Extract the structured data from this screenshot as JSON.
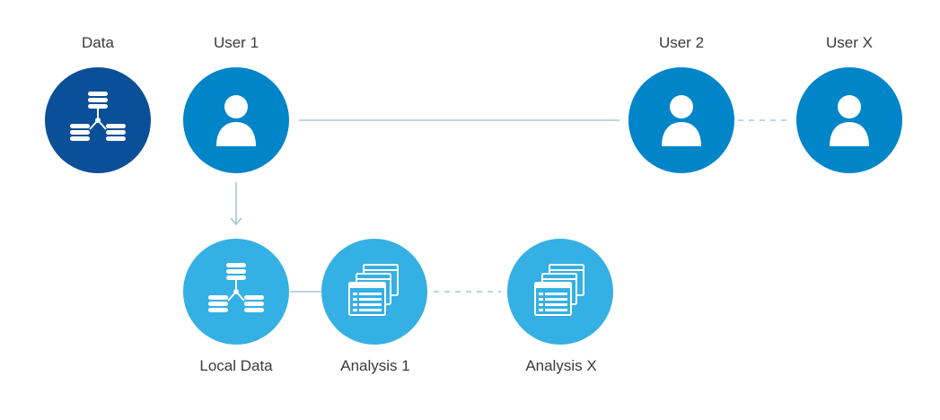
{
  "colors": {
    "data_node": "#0a4f97",
    "user_node": "#0085c9",
    "local_node": "#34b0e4",
    "connector": "#a9c5d6",
    "icon": "#ffffff",
    "label_text": "#3a3a3a"
  },
  "nodes": {
    "data": {
      "label": "Data",
      "icon": "database-network-icon"
    },
    "user_1": {
      "label": "User 1",
      "icon": "user-icon"
    },
    "user_2": {
      "label": "User 2",
      "icon": "user-icon"
    },
    "user_x": {
      "label": "User X",
      "icon": "user-icon"
    },
    "local_data": {
      "label": "Local Data",
      "icon": "database-network-icon"
    },
    "analysis_1": {
      "label": "Analysis 1",
      "icon": "stacked-windows-icon"
    },
    "analysis_x": {
      "label": "Analysis X",
      "icon": "stacked-windows-icon"
    }
  }
}
